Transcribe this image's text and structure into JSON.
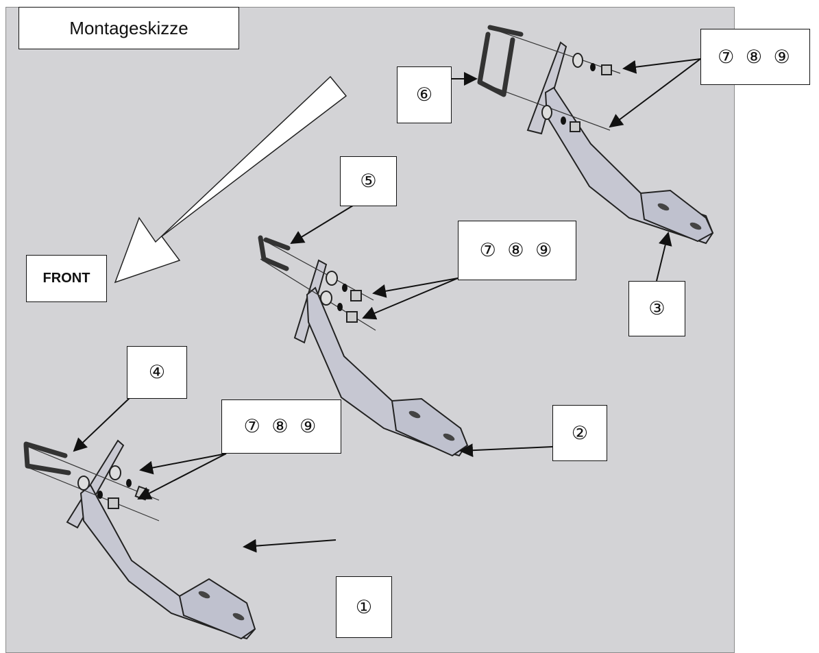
{
  "title": "Montageskizze",
  "front_label": "FRONT",
  "callouts": {
    "c1": "①",
    "c2": "②",
    "c3": "③",
    "c4": "④",
    "c5": "⑤",
    "c6": "⑥",
    "hw_top": "⑦ ⑧ ⑨",
    "hw_middle": "⑦ ⑧ ⑨",
    "hw_bottom": "⑦ ⑧ ⑨"
  },
  "colors": {
    "background": "#d3d3d6",
    "metal": "#c8c8d2",
    "ink": "#111111"
  }
}
